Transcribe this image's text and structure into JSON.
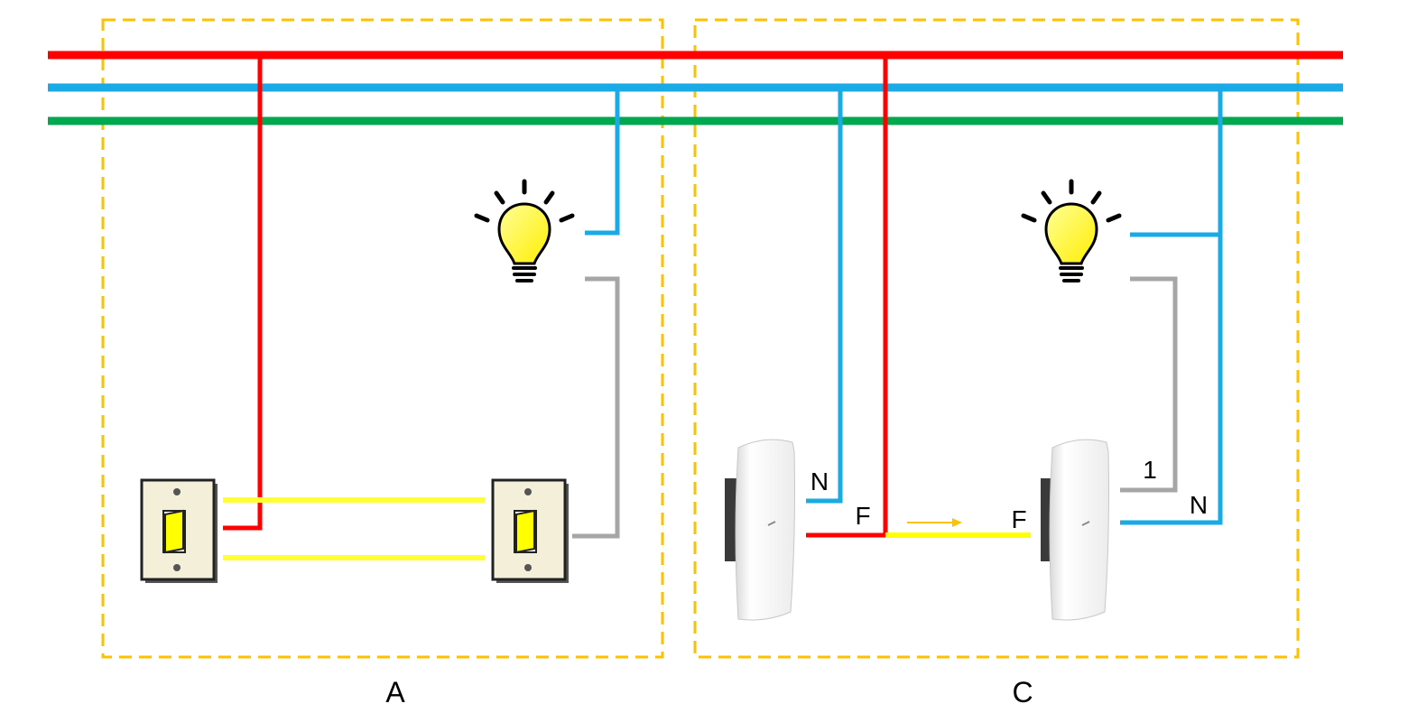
{
  "colors": {
    "phase": "#ff0000",
    "neutral": "#1aabe6",
    "ground": "#00a94f",
    "return": "#a6a6a6",
    "traveler": "#ffff00",
    "frame": "#ffc000",
    "bulb": "#ffff33"
  },
  "panels": [
    {
      "id": "A",
      "caption": "A"
    },
    {
      "id": "C",
      "caption": "C"
    }
  ],
  "terminals": {
    "left_n": "N",
    "left_f": "F",
    "right_f": "F",
    "right_1": "1",
    "right_n": "N"
  },
  "icons": [
    "toggle-switch-icon",
    "light-bulb-icon",
    "smart-switch-icon",
    "arrow-icon"
  ]
}
